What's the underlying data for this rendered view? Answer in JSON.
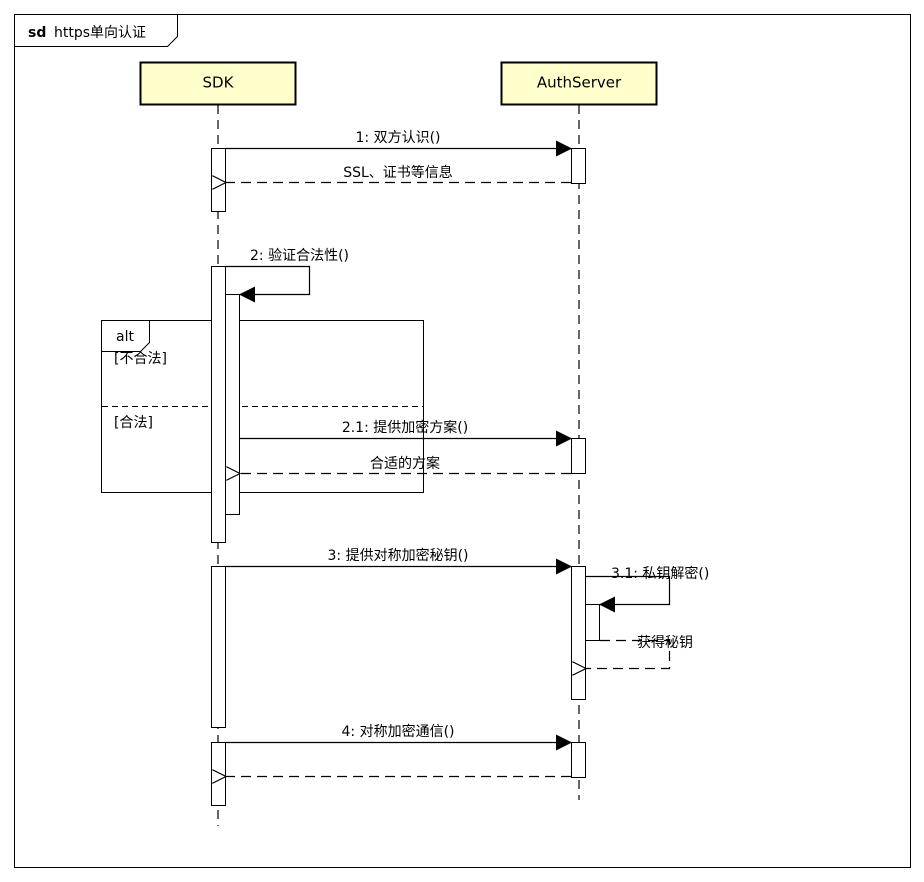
{
  "frame": {
    "keyword": "sd",
    "name": "https单向认证"
  },
  "participants": {
    "sdk": "SDK",
    "auth": "AuthServer"
  },
  "colors": {
    "participant_fill": "#ffffcc",
    "line": "#000000",
    "background": "#ffffff"
  },
  "messages": {
    "m1": "1: 双方认识()",
    "m1_reply": "SSL、证书等信息",
    "m2": "2: 验证合法性()",
    "m21": "2.1: 提供加密方案()",
    "m21_reply": "合适的方案",
    "m3": "3: 提供对称加密秘钥()",
    "m31": "3.1: 私钥解密()",
    "m31_reply": "获得秘钥",
    "m4": "4: 对称加密通信()"
  },
  "fragment": {
    "keyword": "alt",
    "guard1": "[不合法]",
    "guard2": "[合法]"
  }
}
